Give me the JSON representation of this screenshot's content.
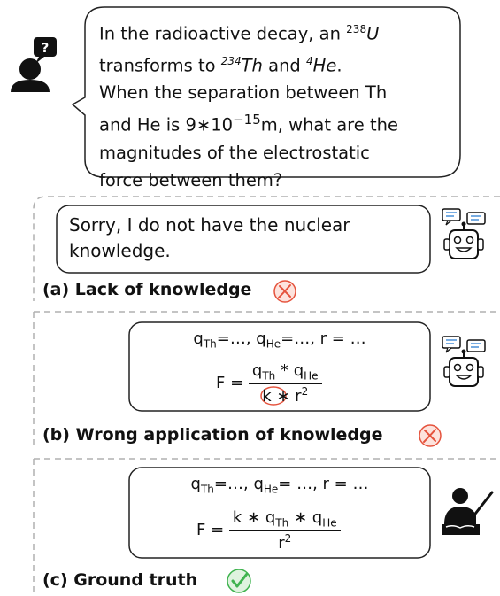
{
  "question": {
    "lines": [
      {
        "pre": "In the radioactive decay, an ",
        "sup": "238",
        "it": "U",
        "post": ""
      },
      {
        "pre": "transforms to ",
        "sup": "234",
        "it": "Th",
        "mid": " and ",
        "sup2": "4",
        "it2": "He",
        "post": "."
      },
      {
        "pre": "When the separation between Th"
      },
      {
        "pre": "and He is 9∗10",
        "sup": "−15",
        "post": "m, what are the"
      },
      {
        "pre": "magnitudes of the electrostatic"
      },
      {
        "pre": "force between them?"
      }
    ]
  },
  "panel_a": {
    "reply_line1": "Sorry, I do not have the nuclear",
    "reply_line2": "knowledge.",
    "label": "(a) Lack of knowledge"
  },
  "panel_b": {
    "vars": {
      "q": "q",
      "th": "Th",
      "he": "He",
      "eq1": "=…, ",
      "eq2": "=…, r = …"
    },
    "f_prefix": "F = ",
    "num": {
      "q": "q",
      "th": "Th",
      "op": " * ",
      "q2": "q",
      "he": "He"
    },
    "den": {
      "k": "k",
      "rest": "∗ r",
      "exp": "2"
    },
    "label": "(b) Wrong application of knowledge"
  },
  "panel_c": {
    "vars": {
      "q": "q",
      "th": "Th",
      "he": "He",
      "eq1": "=…, ",
      "eq2": "= …, r = …"
    },
    "f_prefix": "F = ",
    "num": {
      "k": "k ∗ ",
      "q": "q",
      "th": "Th",
      "op": " ∗ ",
      "q2": "q",
      "he": "He"
    },
    "den": {
      "r": "r",
      "exp": "2"
    },
    "label": "(c) Ground truth"
  },
  "colors": {
    "wrong": "#e5533d",
    "right": "#3fb34f",
    "dash": "#b0b0b0",
    "ink": "#111111"
  },
  "icons": {
    "asker": "person-question-icon",
    "robot": "robot-icon",
    "teacher": "teacher-icon"
  }
}
